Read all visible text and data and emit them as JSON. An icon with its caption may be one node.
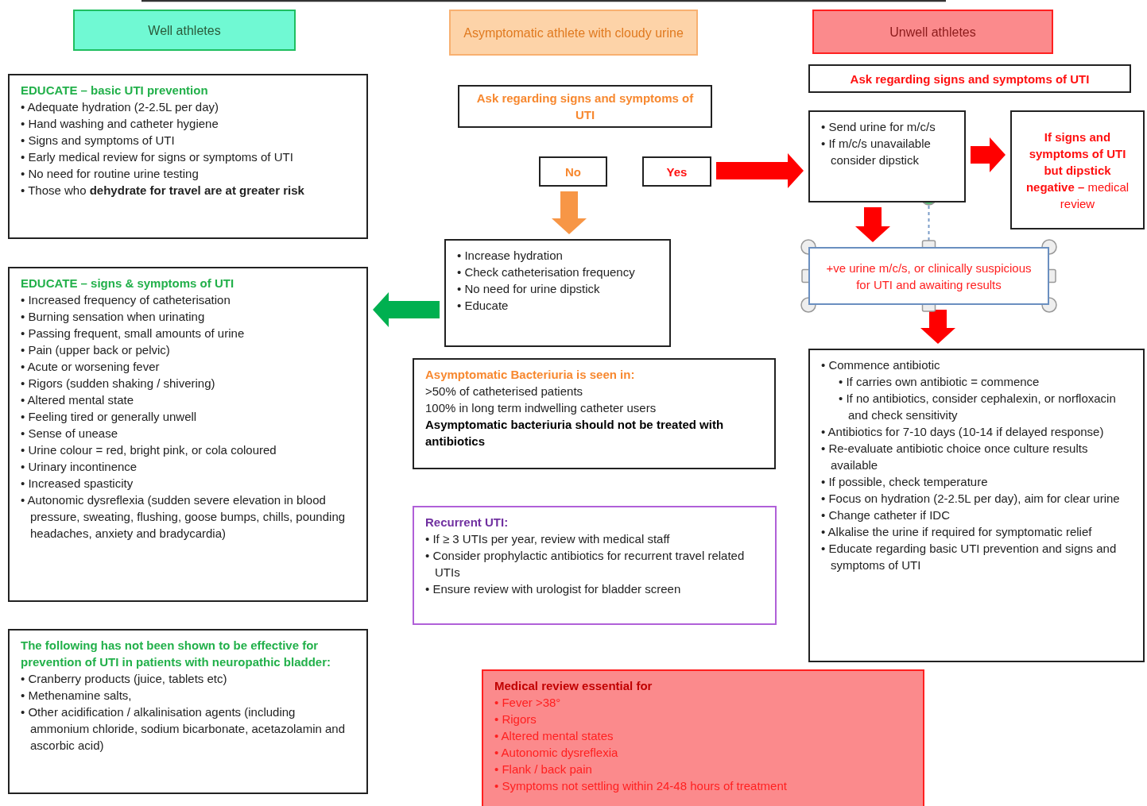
{
  "diagram": {
    "nodes": [
      {
        "text": [
          "Well athletes"
        ]
      },
      {
        "text": [
          "Asymptomatic athlete with cloudy urine"
        ]
      },
      {
        "text": [
          "Unwell athletes"
        ]
      },
      {
        "text": [
          "EDUCATE – basic UTI prevention",
          "• Adequate hydration  (2-2.5L per day)",
          "• Hand washing and catheter hygiene",
          "• Signs and symptoms of UTI",
          "• Early medical review for signs or symptoms of UTI",
          "• No need for routine urine testing",
          "• Those who **dehydrate for travel are at greater risk**"
        ]
      },
      {
        "text": [
          "EDUCATE – signs & symptoms of UTI",
          "• Increased frequency of catheterisation",
          "• Burning sensation when urinating",
          "• Passing frequent, small amounts of urine",
          "• Pain (upper back or pelvic)",
          "• Acute or worsening fever",
          "• Rigors (sudden shaking / shivering)",
          "• Altered mental state",
          "• Feeling tired or generally unwell",
          "• Sense of unease",
          "• Urine colour = red, bright pink, or cola coloured",
          "• Urinary incontinence",
          "• Increased spasticity",
          "• Autonomic dysreflexia (sudden severe elevation in blood pressure, sweating, flushing, goose bumps, chills, pounding headaches, anxiety and bradycardia)"
        ]
      },
      {
        "text": [
          "The following has not been shown to be effective for prevention of UTI in patients with neuropathic bladder:",
          "• Cranberry products (juice, tablets etc)",
          "• Methenamine salts,",
          "• Other acidification / alkalinisation agents (including ammonium chloride, sodium bicarbonate, acetazolamin and ascorbic acid)"
        ]
      },
      {
        "text": [
          "Ask regarding signs and symptoms of UTI"
        ]
      },
      {
        "text": [
          "No"
        ]
      },
      {
        "text": [
          "Yes"
        ]
      },
      {
        "text": [
          "• Increase hydration",
          "• Check catheterisation frequency",
          "• No need for urine dipstick",
          "• Educate"
        ]
      },
      {
        "text": [
          "Asymptomatic Bacteriuria is seen in:",
          ">50% of catheterised patients",
          "100% in long term indwelling catheter users",
          "Asymptomatic bacteriuria should not be treated with antibiotics"
        ]
      },
      {
        "text": [
          "Recurrent UTI:",
          "• If ≥ 3 UTIs per year, review with medical staff",
          "• Consider prophylactic antibiotics for recurrent travel related UTIs",
          "• Ensure review with urologist for bladder screen"
        ]
      },
      {
        "text": [
          "Ask regarding signs and symptoms of UTI"
        ]
      },
      {
        "text": [
          "• Send urine for m/c/s",
          "• If m/c/s unavailable consider dipstick"
        ]
      },
      {
        "text": [
          "**If signs and symptoms of UTI but dipstick negative –** medical review"
        ]
      },
      {
        "text": [
          "+ve urine m/c/s, or clinically suspicious for UTI and awaiting results"
        ]
      },
      {
        "text": [
          "• Commence antibiotic",
          "• If carries own antibiotic = commence",
          "• If no antibiotics, consider cephalexin, or norfloxacin and check sensitivity",
          "• Antibiotics for 7-10 days (10-14 if delayed response)",
          "• Re-evaluate antibiotic choice once culture results available",
          "• If possible, check temperature",
          "• Focus on hydration (2-2.5L per day), aim for clear urine",
          "• Change catheter if IDC",
          "• Alkalise the urine if required for symptomatic relief",
          "• Educate regarding basic UTI prevention and signs and symptoms of UTI"
        ]
      },
      {
        "text": [
          "Medical review essential for",
          "• Fever >38°",
          "• Rigors",
          "• Altered mental states",
          "• Autonomic dysreflexia",
          "• Flank / back  pain",
          "• Symptoms not settling within 24-48 hours of treatment"
        ]
      }
    ],
    "edges": [
      {
        "from": 7,
        "to": 9,
        "arrow": "to",
        "color": "#f79646"
      },
      {
        "from": 9,
        "to": 4,
        "arrow": "to",
        "color": "#00b050"
      },
      {
        "from": 8,
        "to": 13,
        "arrow": "to",
        "color": "#ff0000"
      },
      {
        "from": 13,
        "to": 14,
        "arrow": "to",
        "color": "#ff0000"
      },
      {
        "from": 13,
        "to": 15,
        "arrow": "to",
        "color": "#ff0000"
      },
      {
        "from": 15,
        "to": 16,
        "arrow": "to",
        "color": "#ff0000"
      }
    ]
  }
}
